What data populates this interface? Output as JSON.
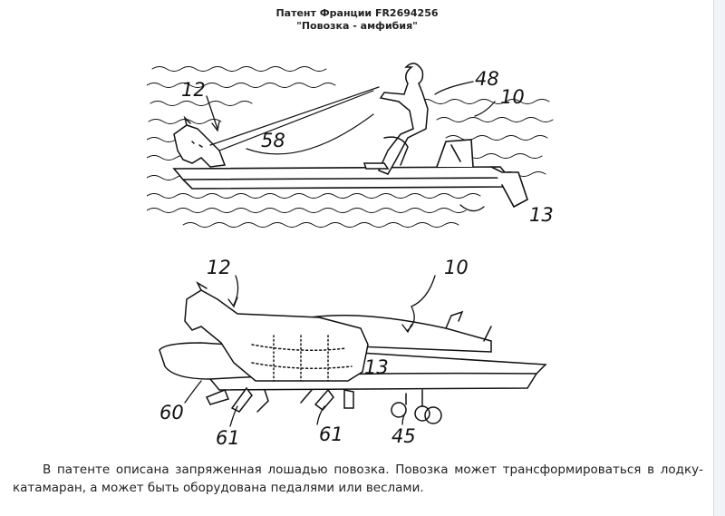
{
  "title": {
    "line1": "Патент Франции FR2694256",
    "line2": "\"Повозка - амфибия\""
  },
  "figure_top": {
    "labels": {
      "horse_ref": "12",
      "rider_ref": "48",
      "vehicle_ref": "10",
      "harness_ref": "58",
      "hull_ref": "13"
    }
  },
  "figure_bottom": {
    "labels": {
      "horse_ref": "12",
      "vehicle_ref": "10",
      "hull_ref": "13",
      "float_ref": "60",
      "legs_ref_left": "61",
      "legs_ref_right": "61",
      "wheels_ref": "45"
    }
  },
  "caption": "В патенте описана запряженная лошадью повозка. Повозка может трансформироваться в лодку-катамаран, а может быть оборудована педалями или веслами.",
  "colors": {
    "text": "#222222",
    "line": "#111111",
    "background": "#ffffff"
  }
}
